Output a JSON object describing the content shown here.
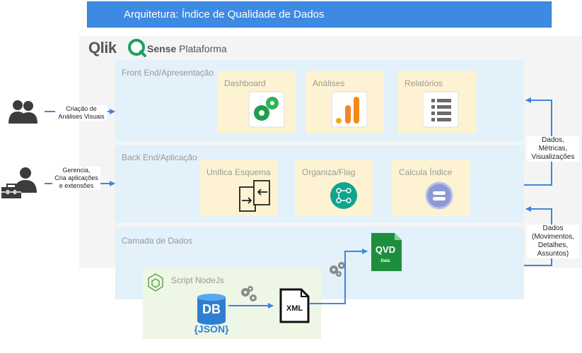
{
  "title": "Arquitetura: Índice de Qualidade de Dados",
  "platform": {
    "logo_text": "Qlik",
    "sense_text": "Sense",
    "name": "Plataforma"
  },
  "layers": {
    "front": {
      "label": "Front End/Apresentação",
      "cards": [
        "Dashboard",
        "Análises",
        "Relatórios"
      ]
    },
    "back": {
      "label": "Back End/Aplicação",
      "cards": [
        "Unifica Esquema",
        "Organiza/Flag",
        "Calcula Índice"
      ]
    },
    "data": {
      "label": "Camada de Dados"
    }
  },
  "script": {
    "label": "Script NodeJs",
    "db_text": "DB",
    "json_text": "{JSON}",
    "xml_text": "XML",
    "qvd_text": "QVD",
    "qvd_sub": "Data"
  },
  "actors": {
    "users_label_1": "Criação de",
    "users_label_2": "Análises Visuais",
    "admin_label_1": "Gerencia,",
    "admin_label_2": "Cria aplicações",
    "admin_label_3": "e extensões"
  },
  "right": {
    "out_1": "Dados,",
    "out_2": "Métricas,",
    "out_3": "Visualizações",
    "in_1": "Dados",
    "in_2": "(Movimentos,",
    "in_3": "Detalhes,",
    "in_4": "Assuntos)"
  },
  "colors": {
    "accent": "#3d8ae3",
    "layer": "#e2f1fa",
    "card": "#fdf3d2",
    "script": "#eef7e6",
    "qvd": "#1e8e3e",
    "arrow": "#3f86d9"
  },
  "icons": [
    "users-icon",
    "admin-icon",
    "toolbox-icon",
    "qlik-q-icon",
    "dashboard-icon",
    "bar-chart-icon",
    "list-icon",
    "merge-icon",
    "flow-icon",
    "database-icon",
    "db-icon",
    "gears-icon",
    "xml-file-icon",
    "qvd-file-icon",
    "nodejs-icon"
  ]
}
